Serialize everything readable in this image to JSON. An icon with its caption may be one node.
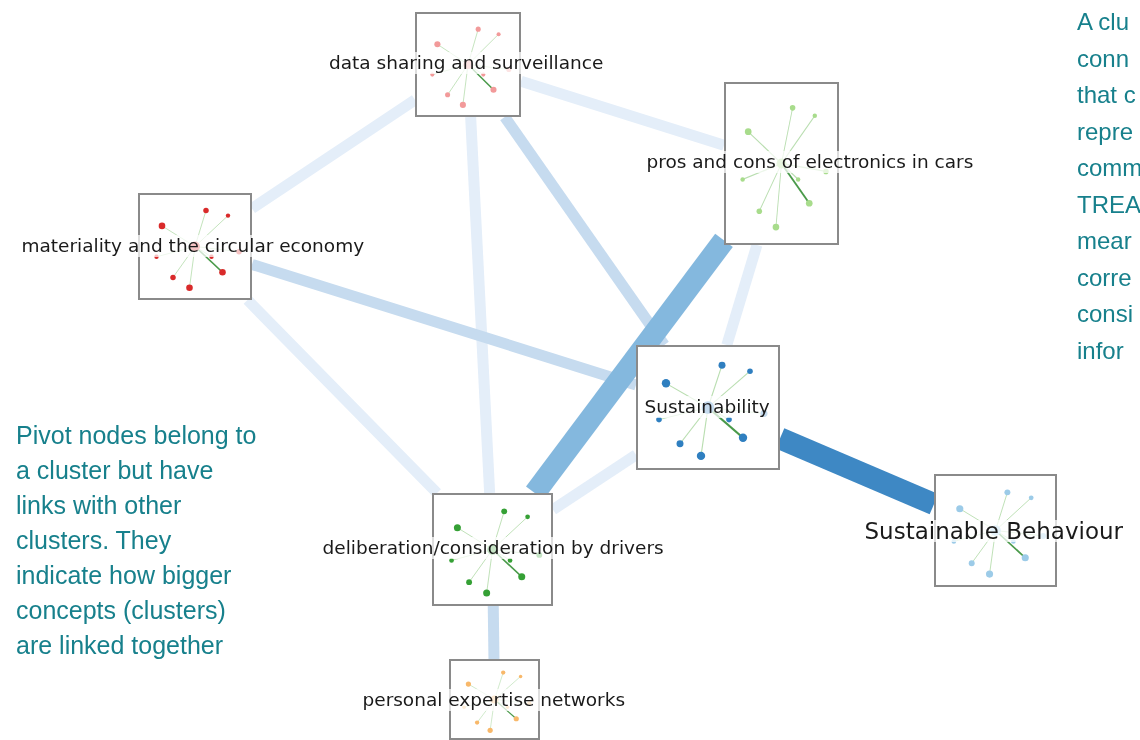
{
  "diagram": {
    "nodes": [
      {
        "text": [
          "data sharing and surveillance"
        ]
      },
      {
        "text": [
          "pros and cons of electronics in cars"
        ]
      },
      {
        "text": [
          "materiality and the circular economy"
        ]
      },
      {
        "text": [
          "Sustainability"
        ]
      },
      {
        "text": [
          "Sustainable Behaviour"
        ]
      },
      {
        "text": [
          "deliberation/consideration by drivers"
        ]
      },
      {
        "text": [
          "personal expertise networks"
        ]
      }
    ],
    "edges": [
      {
        "from": 0,
        "to": 2,
        "arrow": "none"
      },
      {
        "from": 0,
        "to": 1,
        "arrow": "none"
      },
      {
        "from": 0,
        "to": 5,
        "arrow": "none"
      },
      {
        "from": 0,
        "to": 3,
        "arrow": "none",
        "color": "#c6dbef"
      },
      {
        "from": 2,
        "to": 3,
        "arrow": "none",
        "color": "#c6dbef"
      },
      {
        "from": 2,
        "to": 5,
        "arrow": "none"
      },
      {
        "from": 1,
        "to": 5,
        "arrow": "none",
        "style": "thick",
        "color": "#84b8de"
      },
      {
        "from": 1,
        "to": 3,
        "arrow": "none"
      },
      {
        "from": 3,
        "to": 4,
        "arrow": "none",
        "style": "thick",
        "color": "#3e88c4"
      },
      {
        "from": 3,
        "to": 5,
        "arrow": "none"
      },
      {
        "from": 5,
        "to": 6,
        "arrow": "none",
        "color": "#c6dbef"
      }
    ],
    "labels": [
      "A clu",
      "conn",
      "that c",
      "repre",
      "comm",
      "TREA",
      "mear",
      "corre",
      "consi",
      "infor",
      "Pivot nodes belong to a cluster but have links with other clusters. They indicate how bigger concepts (clusters) are linked together"
    ]
  }
}
